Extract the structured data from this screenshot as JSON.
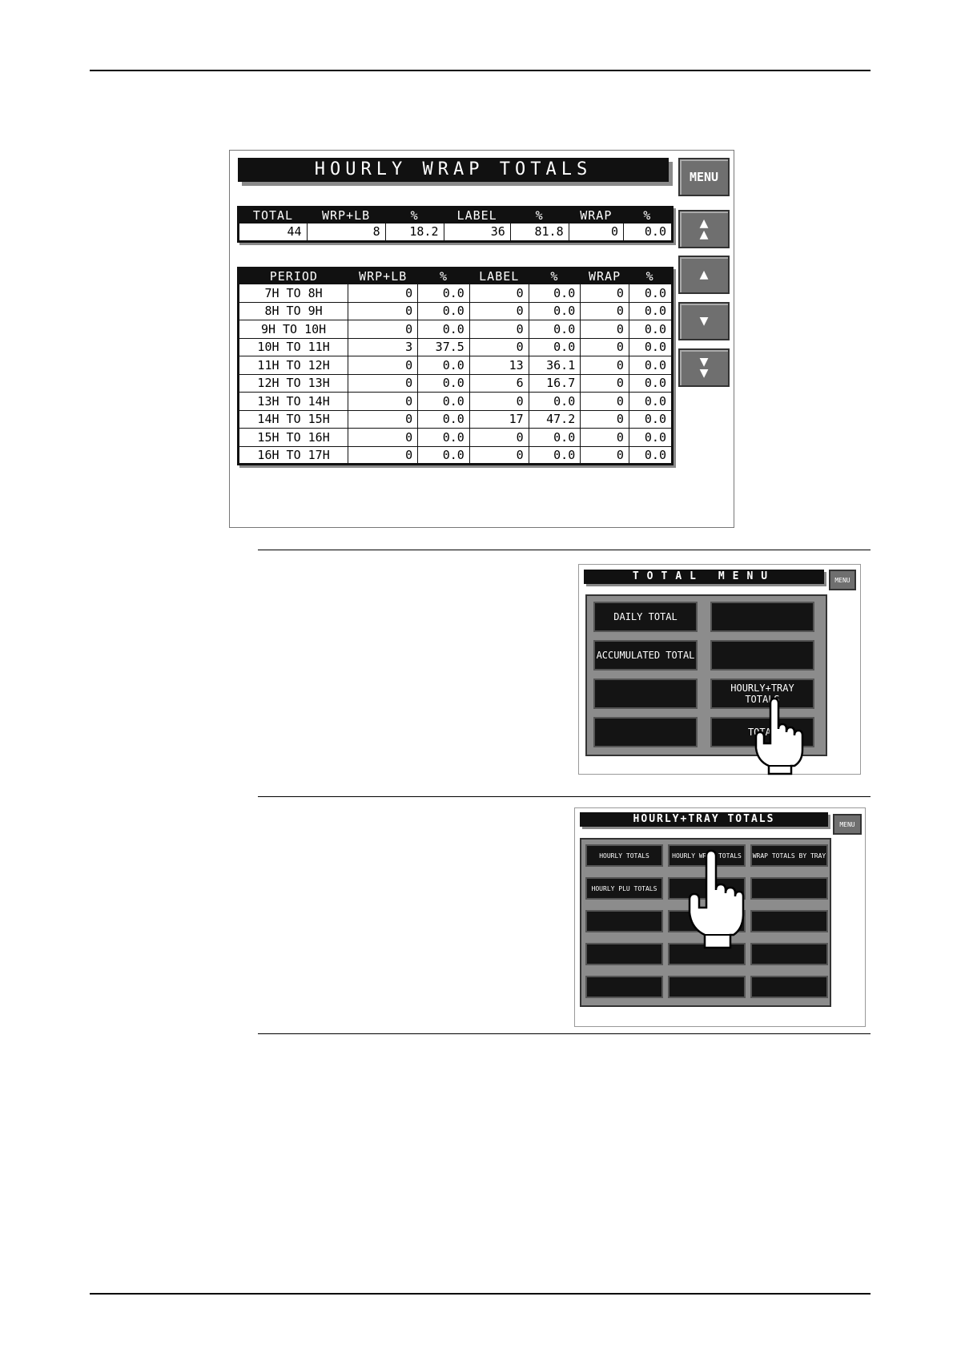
{
  "main_screen": {
    "title": "HOURLY WRAP TOTALS",
    "menu_label": "MENU",
    "summary": {
      "headers": [
        "TOTAL",
        "WRP+LB",
        "%",
        "LABEL",
        "%",
        "WRAP",
        "%"
      ],
      "values": [
        "44",
        "8",
        "18.2",
        "36",
        "81.8",
        "0",
        "0.0"
      ]
    },
    "periods": {
      "headers": [
        "PERIOD",
        "WRP+LB",
        "%",
        "LABEL",
        "%",
        "WRAP",
        "%"
      ],
      "rows": [
        [
          "7H TO  8H",
          "0",
          "0.0",
          "0",
          "0.0",
          "0",
          "0.0"
        ],
        [
          "8H TO  9H",
          "0",
          "0.0",
          "0",
          "0.0",
          "0",
          "0.0"
        ],
        [
          "9H TO 10H",
          "0",
          "0.0",
          "0",
          "0.0",
          "0",
          "0.0"
        ],
        [
          "10H TO 11H",
          "3",
          "37.5",
          "0",
          "0.0",
          "0",
          "0.0"
        ],
        [
          "11H TO 12H",
          "0",
          "0.0",
          "13",
          "36.1",
          "0",
          "0.0"
        ],
        [
          "12H TO 13H",
          "0",
          "0.0",
          "6",
          "16.7",
          "0",
          "0.0"
        ],
        [
          "13H TO 14H",
          "0",
          "0.0",
          "0",
          "0.0",
          "0",
          "0.0"
        ],
        [
          "14H TO 15H",
          "0",
          "0.0",
          "17",
          "47.2",
          "0",
          "0.0"
        ],
        [
          "15H TO 16H",
          "0",
          "0.0",
          "0",
          "0.0",
          "0",
          "0.0"
        ],
        [
          "16H TO 17H",
          "0",
          "0.0",
          "0",
          "0.0",
          "0",
          "0.0"
        ]
      ]
    },
    "scroll_buttons": [
      "page-up",
      "line-up",
      "line-down",
      "page-down"
    ]
  },
  "total_menu_screen": {
    "title": "TOTAL MENU",
    "menu_label": "MENU",
    "buttons": [
      "DAILY TOTAL",
      "",
      "ACCUMULATED TOTAL",
      "",
      "",
      "HOURLY+TRAY TOTALS",
      "",
      "TOTAL"
    ]
  },
  "hourly_tray_screen": {
    "title": "HOURLY+TRAY TOTALS",
    "menu_label": "MENU",
    "buttons": [
      "HOURLY TOTALS",
      "HOURLY WRAP TOTALS",
      "WRAP TOTALS BY TRAY",
      "HOURLY PLU TOTALS",
      "",
      "",
      "",
      "",
      "",
      "",
      "",
      "",
      "",
      "",
      ""
    ]
  }
}
